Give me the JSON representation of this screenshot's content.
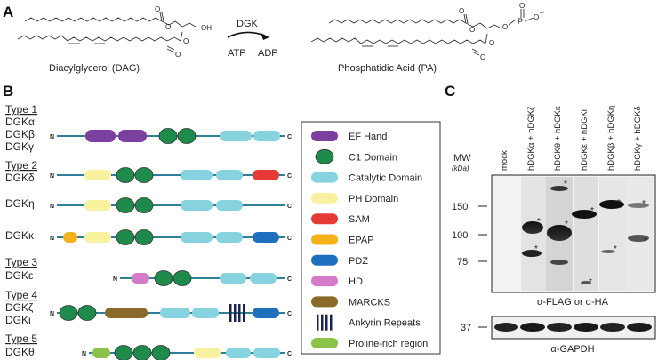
{
  "panels": {
    "a": "A",
    "b": "B",
    "c": "C"
  },
  "reaction": {
    "enzyme": "DGK",
    "cofactor_in": "ATP",
    "cofactor_out": "ADP",
    "substrate": "Diacylglycerol (DAG)",
    "product": "Phosphatidic Acid (PA)",
    "oh": "OH",
    "p": "P",
    "o": "O",
    "o_minus": "O",
    "minus": "–"
  },
  "domain_map": {
    "n_terminus": "N",
    "c_terminus": "C",
    "types": [
      {
        "heading": "Type 1",
        "members": [
          "DGKα",
          "DGKβ",
          "DGKγ"
        ]
      },
      {
        "heading": "Type 2",
        "members": [
          "DGKδ"
        ]
      },
      {
        "heading": "",
        "members": [
          "DGKη"
        ]
      },
      {
        "heading": "",
        "members": [
          "DGKκ"
        ]
      },
      {
        "heading": "Type 3",
        "members": [
          "DGKε"
        ]
      },
      {
        "heading": "Type 4",
        "members": [
          "DGKζ",
          "DGKι"
        ]
      },
      {
        "heading": "Type 5",
        "members": [
          "DGKθ"
        ]
      }
    ],
    "legend": [
      {
        "label": "EF Hand",
        "color": "#7b3fa0",
        "shape": "pill"
      },
      {
        "label": "C1 Domain",
        "color": "#1e8a4c",
        "shape": "ellipse"
      },
      {
        "label": "Catalytic Domain",
        "color": "#86d2de",
        "shape": "pill"
      },
      {
        "label": "PH Domain",
        "color": "#f8f1a0",
        "shape": "pill"
      },
      {
        "label": "SAM",
        "color": "#e53935",
        "shape": "pill"
      },
      {
        "label": "EPAP",
        "color": "#f5b21a",
        "shape": "pill"
      },
      {
        "label": "PDZ",
        "color": "#1f6fbf",
        "shape": "pill"
      },
      {
        "label": "HD",
        "color": "#d57ac8",
        "shape": "pill"
      },
      {
        "label": "MARCKS",
        "color": "#8a6a2a",
        "shape": "pill"
      },
      {
        "label": "Ankyrin Repeats",
        "color": "#1a2450",
        "shape": "bars"
      },
      {
        "label": "Proline-rich region",
        "color": "#8bc34a",
        "shape": "pill"
      }
    ]
  },
  "blot": {
    "mw_title": "MW",
    "mw_unit": "(kDa)",
    "lanes": [
      "mock",
      "hDGKα + hDGKζ",
      "hDGKθ + hDGKκ",
      "hDGKε + hDGKι",
      "hDGKβ + hDGKη",
      "hDGKγ + hDGKδ"
    ],
    "markers": [
      "150",
      "100",
      "75"
    ],
    "upper_caption": "α-FLAG or α-HA",
    "lower_marker": "37",
    "lower_caption": "α-GAPDH",
    "asterisk": "*"
  }
}
